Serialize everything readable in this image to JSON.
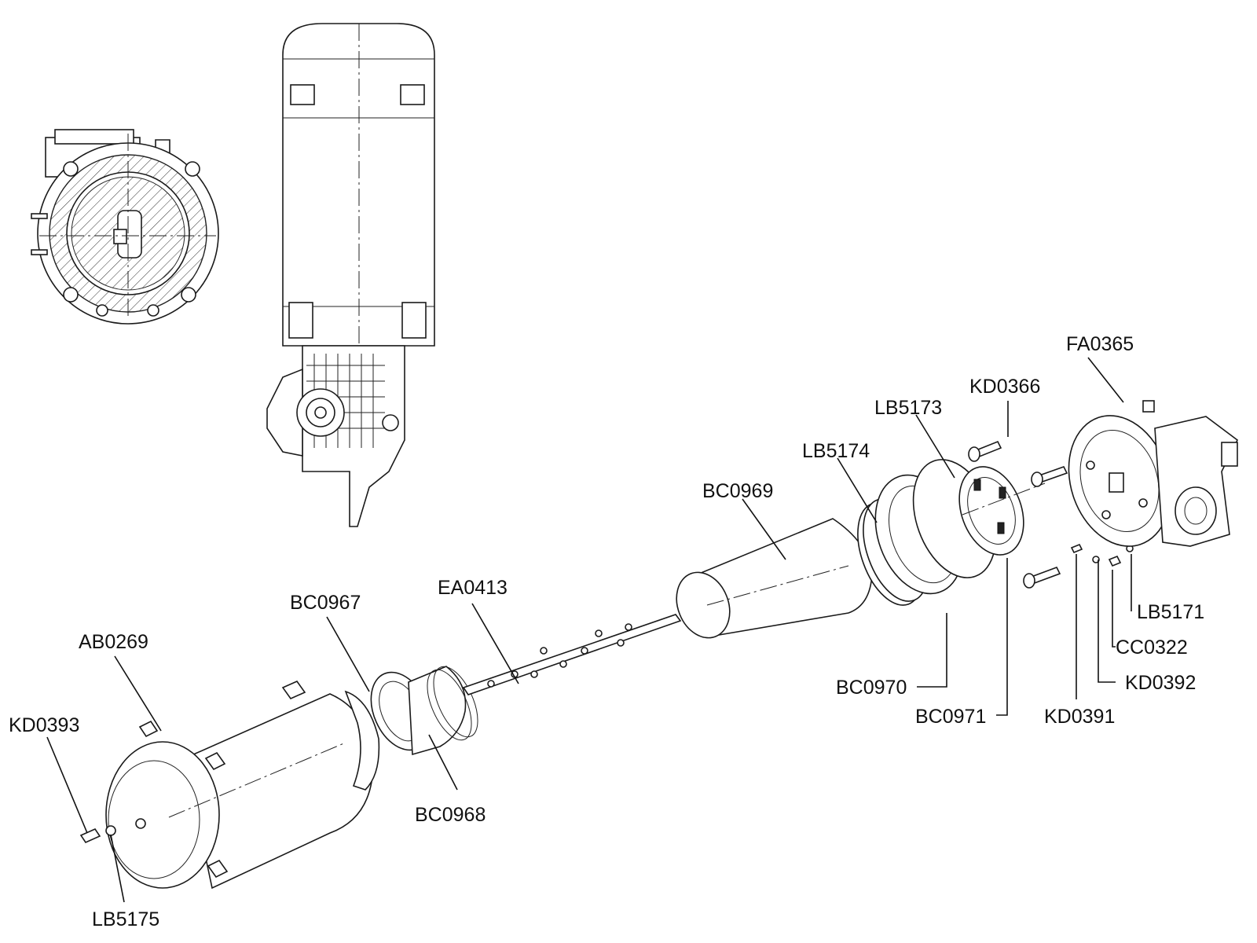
{
  "diagram": {
    "labels": {
      "FA0365": "FA0365",
      "KD0366": "KD0366",
      "LB5173": "LB5173",
      "LB5174": "LB5174",
      "BC0969": "BC0969",
      "EA0413": "EA0413",
      "BC0967": "BC0967",
      "AB0269": "AB0269",
      "KD0393": "KD0393",
      "LB5175": "LB5175",
      "BC0968": "BC0968",
      "BC0970": "BC0970",
      "BC0971": "BC0971",
      "KD0391": "KD0391",
      "KD0392": "KD0392",
      "CC0322": "CC0322",
      "LB5171": "LB5171"
    }
  },
  "colors": {
    "line": "#111111",
    "background": "#ffffff",
    "hatch": "#333333"
  }
}
